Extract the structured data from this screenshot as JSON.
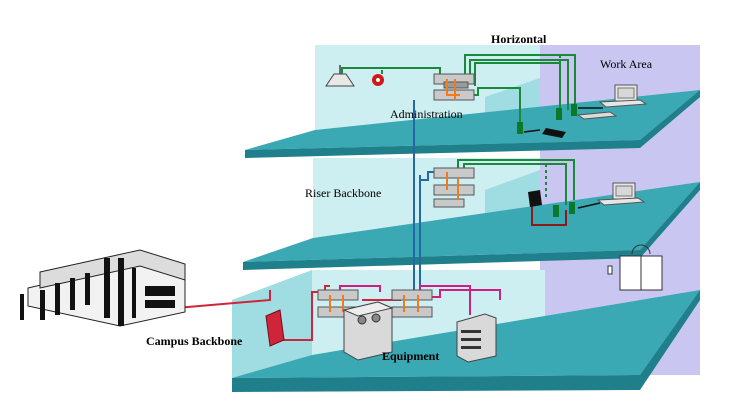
{
  "labels": {
    "horizontal": "Horizontal",
    "work_area": "Work Area",
    "administration": "Administration",
    "riser_backbone": "Riser Backbone",
    "campus_backbone": "Campus Backbone",
    "equipment": "Equipment"
  },
  "colors": {
    "floor": "#3aa9b4",
    "floor_side": "#1f7f8b",
    "wall_light": "#cdeff2",
    "wall_cyan": "#9fdde3",
    "work_area_wall": "#c9c6f2",
    "green_cable": "#1a8a3a",
    "blue_cable": "#2468a8",
    "red_cable": "#d0243a",
    "magenta_cable": "#d0207f",
    "patch_panel": "#c9c9c9",
    "jumper": "#f07a1e"
  },
  "icons": {
    "lamp": "ceiling-lamp-icon",
    "alarm": "alarm-bell-icon",
    "computer": "computer-icon",
    "phone": "telephone-icon",
    "building": "campus-building-icon",
    "cabinet": "equipment-cabinet-icon",
    "server": "server-rack-icon",
    "window": "window-icon",
    "outlet": "wall-outlet-icon"
  }
}
